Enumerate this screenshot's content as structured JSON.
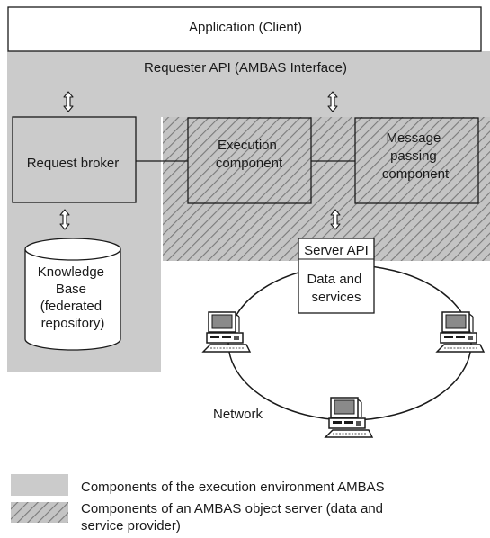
{
  "colors": {
    "ambas_gray": "#cbcbcb",
    "hatch_bg": "#c4c4c4",
    "hatch_line": "#7a7a7a",
    "box_fill": "#ffffff",
    "stroke": "#1a1a1a"
  },
  "icons": {
    "arrow": "double-headed-vertical-arrow-icon",
    "computer": "desktop-computer-icon"
  },
  "diagram": {
    "application_client": "Application (Client)",
    "requester_api": "Requester API (AMBAS Interface)",
    "request_broker": "Request broker",
    "execution_component": [
      "Execution",
      "component"
    ],
    "message_passing_component": [
      "Message",
      "passing",
      "component"
    ],
    "knowledge_base": [
      "Knowledge",
      "Base",
      "(federated",
      "repository)"
    ],
    "server_api": "Server API",
    "data_and_services": [
      "Data and",
      "services"
    ],
    "network": "Network"
  },
  "legend": {
    "ambas_environment": "Components of the execution environment AMBAS",
    "object_server": [
      "Components of an AMBAS object server (data and",
      "service provider)"
    ]
  }
}
